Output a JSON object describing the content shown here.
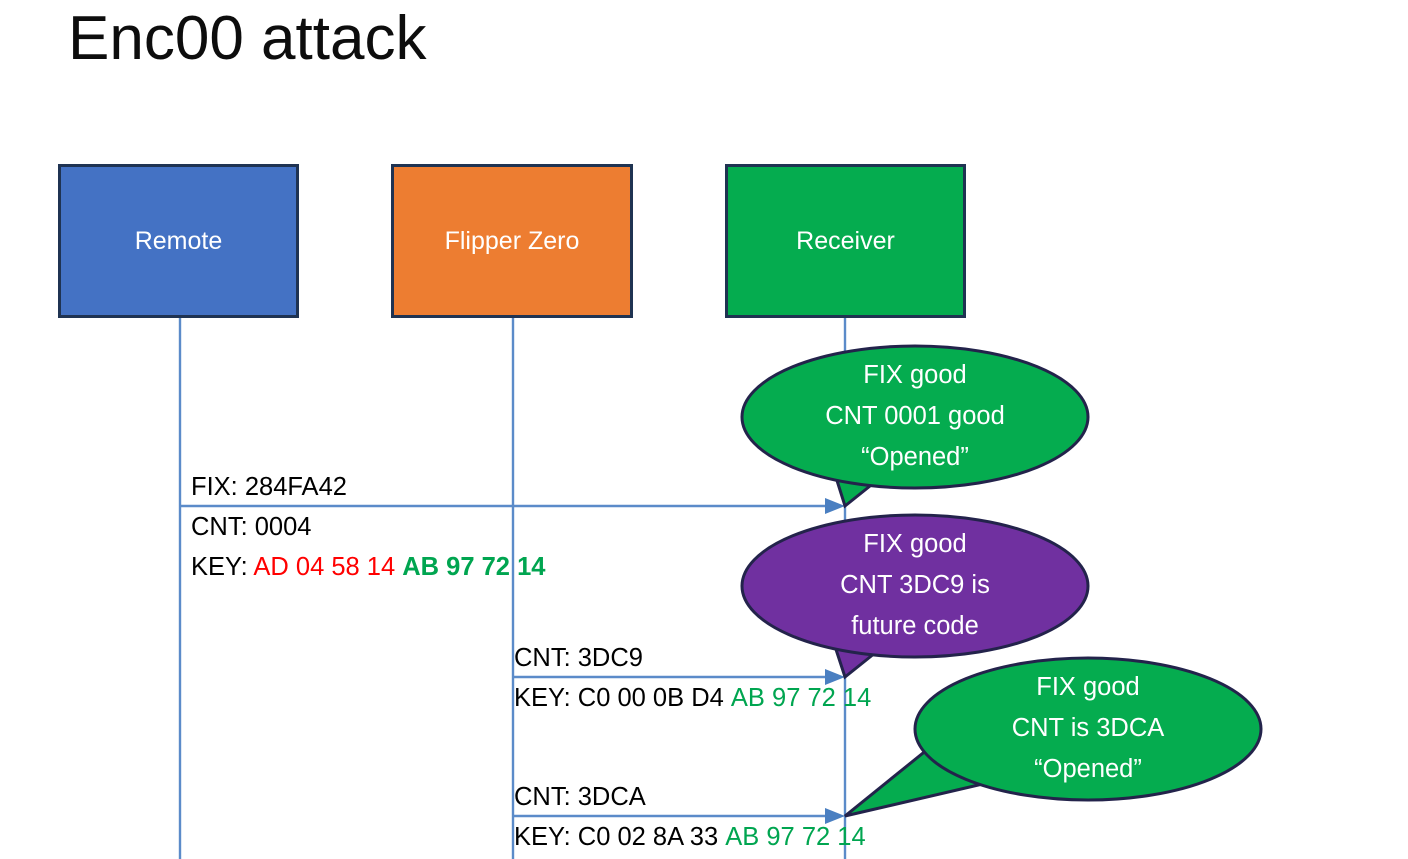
{
  "slide": {
    "title": "Enc00 attack",
    "background": "#ffffff"
  },
  "colors": {
    "remote": "#4472C4",
    "flipper": "#ED7D31",
    "receiver": "#05AC4F",
    "bubble_good": "#05AC4F",
    "bubble_future": "#7030A0",
    "border": "#1F3352",
    "lifeline": "#5B8BC9",
    "hex_red": "#FF0000",
    "hex_green": "#00A550",
    "text": "#000000"
  },
  "actors": [
    {
      "id": "remote",
      "label": "Remote",
      "fill": "#4472C4"
    },
    {
      "id": "flipper",
      "label": "Flipper Zero",
      "fill": "#ED7D31"
    },
    {
      "id": "receiver",
      "label": "Receiver",
      "fill": "#05AC4F"
    }
  ],
  "messages": [
    {
      "id": "msg-1",
      "from": "remote",
      "to": "receiver",
      "lines": [
        {
          "id": "fix",
          "label": "FIX: ",
          "value": "284FA42"
        },
        {
          "id": "cnt",
          "label": "CNT: ",
          "value": "0004"
        },
        {
          "id": "key",
          "label": "KEY: ",
          "segments": [
            {
              "text": "AD 04 58 14",
              "color": "red",
              "bold": false
            },
            {
              "text": "AB 97 72 14",
              "color": "green",
              "bold": true
            }
          ]
        }
      ]
    },
    {
      "id": "msg-2",
      "from": "flipper",
      "to": "receiver",
      "lines": [
        {
          "id": "cnt",
          "label": "CNT: ",
          "value": "3DC9"
        },
        {
          "id": "key",
          "label": "KEY: ",
          "segments": [
            {
              "text": "C0 00 0B D4",
              "color": "black",
              "bold": false
            },
            {
              "text": "AB 97 72 14",
              "color": "green",
              "bold": false
            }
          ]
        }
      ]
    },
    {
      "id": "msg-3",
      "from": "flipper",
      "to": "receiver",
      "lines": [
        {
          "id": "cnt",
          "label": "CNT: ",
          "value": "3DCA"
        },
        {
          "id": "key",
          "label": "KEY: ",
          "segments": [
            {
              "text": "C0 02 8A 33",
              "color": "black",
              "bold": false
            },
            {
              "text": "AB 97 72 14",
              "color": "green",
              "bold": false
            }
          ]
        }
      ]
    }
  ],
  "callouts": [
    {
      "id": "callout-1",
      "fill": "#05AC4F",
      "lines": [
        "FIX good",
        "CNT 0001 good",
        "“Opened”"
      ]
    },
    {
      "id": "callout-2",
      "fill": "#7030A0",
      "lines": [
        "FIX good",
        "CNT 3DC9 is",
        "future code"
      ]
    },
    {
      "id": "callout-3",
      "fill": "#05AC4F",
      "lines": [
        "FIX good",
        "CNT is 3DCA",
        "“Opened”"
      ]
    }
  ],
  "text_runs": {
    "msg1_fix_label": "FIX: ",
    "msg1_fix_value": "284FA42",
    "msg1_cnt_label": "CNT: ",
    "msg1_cnt_value": "0004",
    "msg1_key_label": "KEY: ",
    "msg1_key_red": "AD 04 58 14",
    "msg1_key_green": "AB 97 72 14",
    "msg2_cnt_label": "CNT: ",
    "msg2_cnt_value": "3DC9",
    "msg2_key_label": "KEY: ",
    "msg2_key_black": "C0 00 0B D4",
    "msg2_key_green": "AB 97 72 14",
    "msg3_cnt_label": "CNT: ",
    "msg3_cnt_value": "3DCA",
    "msg3_key_label": "KEY: ",
    "msg3_key_black": "C0 02 8A 33",
    "msg3_key_green": "AB 97 72 14",
    "c1_l1": "FIX good",
    "c1_l2": "CNT 0001 good",
    "c1_l3": "“Opened”",
    "c2_l1": "FIX good",
    "c2_l2": "CNT 3DC9 is",
    "c2_l3": "future code",
    "c3_l1": "FIX good",
    "c3_l2": "CNT is 3DCA",
    "c3_l3": "“Opened”"
  }
}
